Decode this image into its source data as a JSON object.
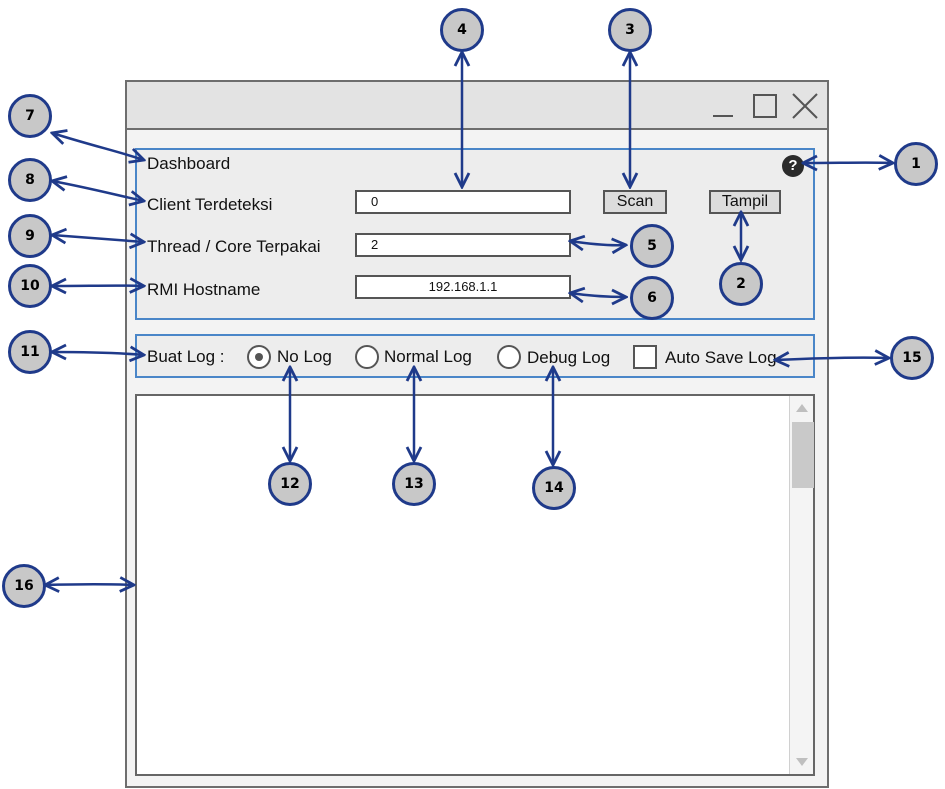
{
  "dashboard": {
    "title": "Dashboard",
    "help_symbol": "?",
    "fields": [
      {
        "label": "Client Terdeteksi",
        "value": "0"
      },
      {
        "label": "Thread / Core Terpakai",
        "value": "2"
      },
      {
        "label": "RMI Hostname",
        "value": "192.168.1.1"
      }
    ],
    "buttons": {
      "scan": "Scan",
      "tampil": "Tampil"
    }
  },
  "log": {
    "label": "Buat Log :",
    "options": [
      {
        "label": "No Log",
        "selected": true
      },
      {
        "label": "Normal Log",
        "selected": false
      },
      {
        "label": "Debug Log",
        "selected": false
      }
    ],
    "autosave_label": "Auto Save Log",
    "autosave_checked": false
  },
  "annotations": [
    "1",
    "2",
    "3",
    "4",
    "5",
    "6",
    "7",
    "8",
    "9",
    "10",
    "11",
    "12",
    "13",
    "14",
    "15",
    "16"
  ],
  "colors": {
    "arrow": "#1f3a8a",
    "group_border": "#4a86c8",
    "callout_fill": "#c8c8c8"
  }
}
